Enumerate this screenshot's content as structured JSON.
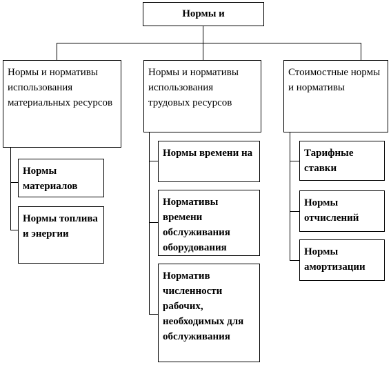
{
  "root": {
    "label": "Нормы и"
  },
  "columns": [
    {
      "header": "Нормы и нормативы использования материальных ресурсов",
      "children": [
        "Нормы материалов",
        "Нормы топлива и энергии"
      ]
    },
    {
      "header": "Нормы и нормативы использования трудовых ресурсов",
      "children": [
        "Нормы времени на",
        "Нормативы времени обслуживания оборудования",
        "Норматив численности рабочих, необходимых для обслуживания"
      ]
    },
    {
      "header": "Стоимостные нормы и нормативы",
      "children": [
        "Тарифные ставки",
        "Нормы отчислений",
        "Нормы амортизации"
      ]
    }
  ]
}
